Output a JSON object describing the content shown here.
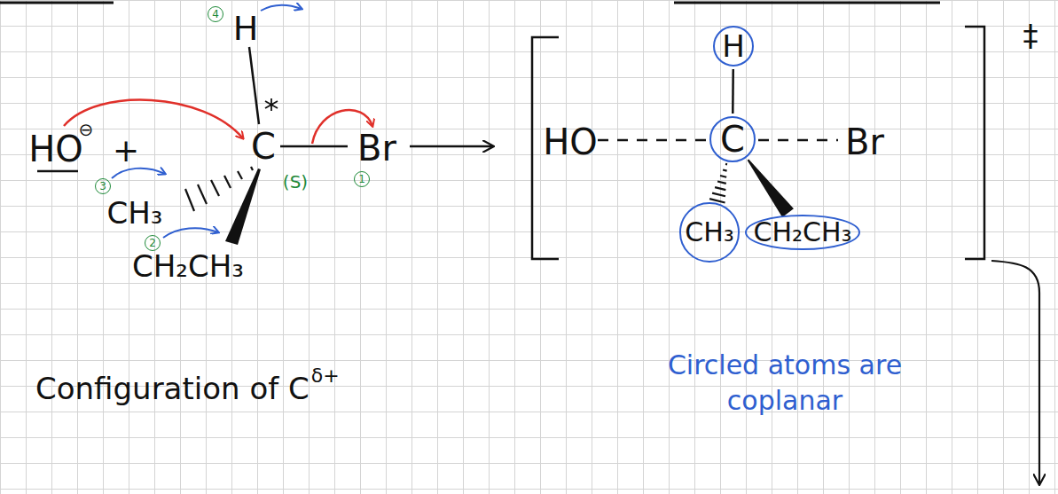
{
  "diagram": {
    "nodes": [
      {
        "text": [
          "H"
        ]
      },
      {
        "text": [
          "C"
        ]
      },
      {
        "text": [
          "CH₃"
        ]
      },
      {
        "text": [
          "CH₂CH₃"
        ]
      }
    ],
    "edges": [
      {
        "from": 0,
        "to": 1,
        "arrow": "none"
      },
      {
        "from": 1,
        "to": 2,
        "arrow": "none"
      },
      {
        "from": 1,
        "to": 3,
        "arrow": "none"
      }
    ],
    "labels": [
      "HO",
      "⊖",
      "+",
      "4",
      "H",
      "C",
      "Br",
      "1",
      "(S)",
      "3",
      "CH₃",
      "2",
      "CH₂CH₃",
      "Configuration of C",
      "δ+",
      "HO",
      "Br",
      "‡",
      "Circled atoms are coplanar"
    ]
  }
}
